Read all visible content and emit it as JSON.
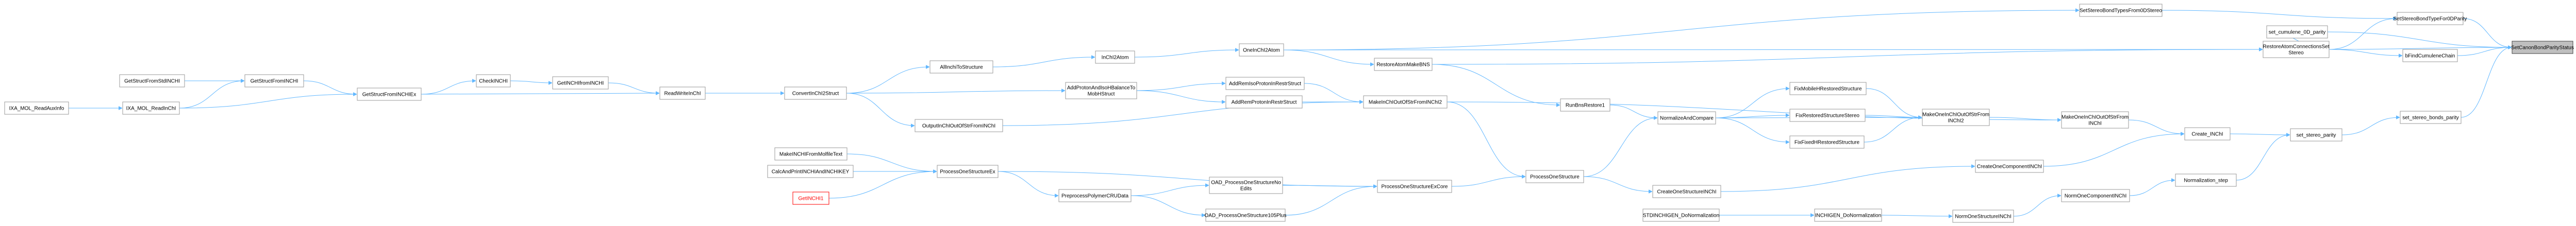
{
  "nodes": [
    {
      "id": "SetCanonBondParityStatus",
      "label": "SetCanonBondParityStatus",
      "focus": true
    },
    {
      "id": "SetStereoBondTypeFor0DParity",
      "label": "SetStereoBondTypeFor0DParity"
    },
    {
      "id": "SetStereoBondTypesFrom0DStereo",
      "label": "SetStereoBondTypesFrom0DStereo"
    },
    {
      "id": "set_cumulene_0D_parity",
      "label": "set_cumulene_0D_parity"
    },
    {
      "id": "RestoreAtomConnectionsSetStereo",
      "label": [
        "RestoreAtomConnectionsSet",
        "Stereo"
      ]
    },
    {
      "id": "bFindCumuleneChain",
      "label": "bFindCumuleneChain"
    },
    {
      "id": "set_stereo_bonds_parity",
      "label": "set_stereo_bonds_parity"
    },
    {
      "id": "set_stereo_parity",
      "label": "set_stereo_parity"
    },
    {
      "id": "Create_INChI",
      "label": "Create_INChI"
    },
    {
      "id": "Normalization_step",
      "label": "Normalization_step"
    },
    {
      "id": "MakeOneInChIOutOfStrFromINChI",
      "label": [
        "MakeOneInChIOutOfStrFrom",
        "INChI"
      ]
    },
    {
      "id": "CreateOneComponentINChI",
      "label": "CreateOneComponentINChI"
    },
    {
      "id": "NormOneComponentINChI",
      "label": "NormOneComponentINChI"
    },
    {
      "id": "MakeOneInChIOutOfStrFromINChI2",
      "label": [
        "MakeOneInChIOutOfStrFrom",
        "INChI2"
      ]
    },
    {
      "id": "NormOneStructureINChI",
      "label": "NormOneStructureINChI"
    },
    {
      "id": "FixMobileHRestoredStructure",
      "label": "FixMobileHRestoredStructure"
    },
    {
      "id": "FixRestoredStructureStereo",
      "label": "FixRestoredStructureStereo"
    },
    {
      "id": "FixFixedHRestoredStructure",
      "label": "FixFixedHRestoredStructure"
    },
    {
      "id": "NormalizeAndCompare",
      "label": "NormalizeAndCompare"
    },
    {
      "id": "CreateOneStructureINChI",
      "label": "CreateOneStructureINChI"
    },
    {
      "id": "INCHIGEN_DoNormalization",
      "label": "INCHIGEN_DoNormalization"
    },
    {
      "id": "STDINCHIGEN_DoNormalization",
      "label": "STDINCHIGEN_DoNormalization"
    },
    {
      "id": "RunBnsRestore1",
      "label": "RunBnsRestore1"
    },
    {
      "id": "ProcessOneStructure",
      "label": "ProcessOneStructure"
    },
    {
      "id": "RestoreAtomMakeBNS",
      "label": "RestoreAtomMakeBNS"
    },
    {
      "id": "MakeInChIOutOfStrFromINChI2",
      "label": "MakeInChIOutOfStrFromINChI2"
    },
    {
      "id": "OneInChI2Atom",
      "label": "OneInChI2Atom"
    },
    {
      "id": "ProcessOneStructureExCore",
      "label": "ProcessOneStructureExCore"
    },
    {
      "id": "AddRemIsoProtonInRestrStruct",
      "label": "AddRemIsoProtonInRestrStruct"
    },
    {
      "id": "AddRemProtonInRestrStruct",
      "label": "AddRemProtonInRestrStruct"
    },
    {
      "id": "InChI2Atom",
      "label": "InChI2Atom"
    },
    {
      "id": "OAD_ProcessOneStructureNoEdits",
      "label": [
        "OAD_ProcessOneStructureNo",
        "Edits"
      ]
    },
    {
      "id": "OAD_ProcessOneStructure105Plus",
      "label": "OAD_ProcessOneStructure105Plus"
    },
    {
      "id": "AddProtonAndIsoHBalanceToMobHStruct",
      "label": [
        "AddProtonAndIsoHBalanceTo",
        "MobHStruct"
      ]
    },
    {
      "id": "AllInchiToStructure",
      "label": "AllInchiToStructure"
    },
    {
      "id": "OutputInChIOutOfStrFromINChI",
      "label": "OutputInChIOutOfStrFromINChI"
    },
    {
      "id": "PreprocessPolymerCRUData",
      "label": "PreprocessPolymerCRUData"
    },
    {
      "id": "ConvertInChI2Struct",
      "label": "ConvertInChI2Struct"
    },
    {
      "id": "ProcessOneStructureEx",
      "label": "ProcessOneStructureEx"
    },
    {
      "id": "ReadWriteInChI",
      "label": "ReadWriteInChI"
    },
    {
      "id": "MakeINCHIFromMolfileText",
      "label": "MakeINCHIFromMolfileText"
    },
    {
      "id": "CalcAndPrintINCHIAndINCHIKEY",
      "label": "CalcAndPrintINCHIAndINCHIKEY"
    },
    {
      "id": "GetINCHI1",
      "label": "GetINCHI1",
      "red": true
    },
    {
      "id": "GetINCHIfromINCHI",
      "label": "GetINCHIfromINCHI"
    },
    {
      "id": "CheckINCHI",
      "label": "CheckINCHI"
    },
    {
      "id": "GetStructFromINCHIEx",
      "label": "GetStructFromINCHIEx"
    },
    {
      "id": "GetStructFromINCHI",
      "label": "GetStructFromINCHI"
    },
    {
      "id": "GetStructFromStdINCHI",
      "label": "GetStructFromStdINCHI"
    },
    {
      "id": "IXA_MOL_ReadInChI",
      "label": "IXA_MOL_ReadInChI"
    },
    {
      "id": "IXA_MOL_ReadAuxInfo",
      "label": "IXA_MOL_ReadAuxInfo"
    }
  ],
  "edges": [
    [
      "SetCanonBondParityStatus",
      "SetStereoBondTypeFor0DParity"
    ],
    [
      "SetCanonBondParityStatus",
      "set_cumulene_0D_parity"
    ],
    [
      "SetCanonBondParityStatus",
      "bFindCumuleneChain"
    ],
    [
      "SetCanonBondParityStatus",
      "RestoreAtomConnectionsSetStereo"
    ],
    [
      "SetCanonBondParityStatus",
      "set_stereo_bonds_parity"
    ],
    [
      "SetStereoBondTypeFor0DParity",
      "SetStereoBondTypesFrom0DStereo"
    ],
    [
      "SetStereoBondTypeFor0DParity",
      "RestoreAtomConnectionsSetStereo"
    ],
    [
      "SetStereoBondTypesFrom0DStereo",
      "OneInChI2Atom"
    ],
    [
      "set_cumulene_0D_parity",
      "RestoreAtomConnectionsSetStereo"
    ],
    [
      "bFindCumuleneChain",
      "RestoreAtomConnectionsSetStereo"
    ],
    [
      "RestoreAtomConnectionsSetStereo",
      "OneInChI2Atom"
    ],
    [
      "RestoreAtomConnectionsSetStereo",
      "RestoreAtomMakeBNS"
    ],
    [
      "set_stereo_bonds_parity",
      "set_stereo_parity"
    ],
    [
      "set_stereo_parity",
      "Create_INChI"
    ],
    [
      "set_stereo_parity",
      "Normalization_step"
    ],
    [
      "Create_INChI",
      "MakeOneInChIOutOfStrFromINChI"
    ],
    [
      "Create_INChI",
      "CreateOneComponentINChI"
    ],
    [
      "Normalization_step",
      "NormOneComponentINChI"
    ],
    [
      "MakeOneInChIOutOfStrFromINChI",
      "MakeOneInChIOutOfStrFromINChI2"
    ],
    [
      "MakeOneInChIOutOfStrFromINChI",
      "MakeInChIOutOfStrFromINChI2"
    ],
    [
      "CreateOneComponentINChI",
      "CreateOneStructureINChI"
    ],
    [
      "NormOneComponentINChI",
      "NormOneStructureINChI"
    ],
    [
      "MakeOneInChIOutOfStrFromINChI2",
      "FixMobileHRestoredStructure"
    ],
    [
      "MakeOneInChIOutOfStrFromINChI2",
      "FixRestoredStructureStereo"
    ],
    [
      "MakeOneInChIOutOfStrFromINChI2",
      "FixFixedHRestoredStructure"
    ],
    [
      "MakeOneInChIOutOfStrFromINChI2",
      "NormalizeAndCompare"
    ],
    [
      "NormOneStructureINChI",
      "INCHIGEN_DoNormalization"
    ],
    [
      "FixMobileHRestoredStructure",
      "NormalizeAndCompare"
    ],
    [
      "FixRestoredStructureStereo",
      "NormalizeAndCompare"
    ],
    [
      "FixFixedHRestoredStructure",
      "NormalizeAndCompare"
    ],
    [
      "NormalizeAndCompare",
      "RunBnsRestore1"
    ],
    [
      "NormalizeAndCompare",
      "ProcessOneStructure"
    ],
    [
      "CreateOneStructureINChI",
      "ProcessOneStructure"
    ],
    [
      "INCHIGEN_DoNormalization",
      "STDINCHIGEN_DoNormalization"
    ],
    [
      "RunBnsRestore1",
      "RestoreAtomMakeBNS"
    ],
    [
      "ProcessOneStructure",
      "MakeInChIOutOfStrFromINChI2"
    ],
    [
      "ProcessOneStructure",
      "ProcessOneStructureExCore"
    ],
    [
      "RestoreAtomMakeBNS",
      "OneInChI2Atom"
    ],
    [
      "MakeInChIOutOfStrFromINChI2",
      "AddRemIsoProtonInRestrStruct"
    ],
    [
      "MakeInChIOutOfStrFromINChI2",
      "AddRemProtonInRestrStruct"
    ],
    [
      "MakeInChIOutOfStrFromINChI2",
      "OutputInChIOutOfStrFromINChI"
    ],
    [
      "OneInChI2Atom",
      "InChI2Atom"
    ],
    [
      "ProcessOneStructureExCore",
      "OAD_ProcessOneStructureNoEdits"
    ],
    [
      "ProcessOneStructureExCore",
      "OAD_ProcessOneStructure105Plus"
    ],
    [
      "ProcessOneStructureExCore",
      "ProcessOneStructureEx"
    ],
    [
      "AddRemIsoProtonInRestrStruct",
      "AddProtonAndIsoHBalanceToMobHStruct"
    ],
    [
      "AddRemProtonInRestrStruct",
      "AddProtonAndIsoHBalanceToMobHStruct"
    ],
    [
      "InChI2Atom",
      "AllInchiToStructure"
    ],
    [
      "OAD_ProcessOneStructureNoEdits",
      "PreprocessPolymerCRUData"
    ],
    [
      "OAD_ProcessOneStructure105Plus",
      "PreprocessPolymerCRUData"
    ],
    [
      "AddProtonAndIsoHBalanceToMobHStruct",
      "ConvertInChI2Struct"
    ],
    [
      "AllInchiToStructure",
      "ConvertInChI2Struct"
    ],
    [
      "OutputInChIOutOfStrFromINChI",
      "ConvertInChI2Struct"
    ],
    [
      "PreprocessPolymerCRUData",
      "ProcessOneStructureEx"
    ],
    [
      "ConvertInChI2Struct",
      "ReadWriteInChI"
    ],
    [
      "ProcessOneStructureEx",
      "MakeINCHIFromMolfileText"
    ],
    [
      "ProcessOneStructureEx",
      "CalcAndPrintINCHIAndINCHIKEY"
    ],
    [
      "ProcessOneStructureEx",
      "GetINCHI1"
    ],
    [
      "ReadWriteInChI",
      "GetINCHIfromINCHI"
    ],
    [
      "ReadWriteInChI",
      "GetStructFromINCHIEx"
    ],
    [
      "GetINCHIfromINCHI",
      "CheckINCHI"
    ],
    [
      "CheckINCHI",
      "GetStructFromINCHIEx"
    ],
    [
      "GetStructFromINCHIEx",
      "GetStructFromINCHI"
    ],
    [
      "GetStructFromINCHIEx",
      "IXA_MOL_ReadInChI"
    ],
    [
      "GetStructFromINCHI",
      "GetStructFromStdINCHI"
    ],
    [
      "GetStructFromINCHI",
      "IXA_MOL_ReadInChI"
    ],
    [
      "IXA_MOL_ReadInChI",
      "IXA_MOL_ReadAuxInfo"
    ]
  ],
  "colors": {
    "edge": "#63b8ff",
    "node_border": "#999999",
    "focus_fill": "#bfbfbf",
    "red": "#ff0000"
  }
}
